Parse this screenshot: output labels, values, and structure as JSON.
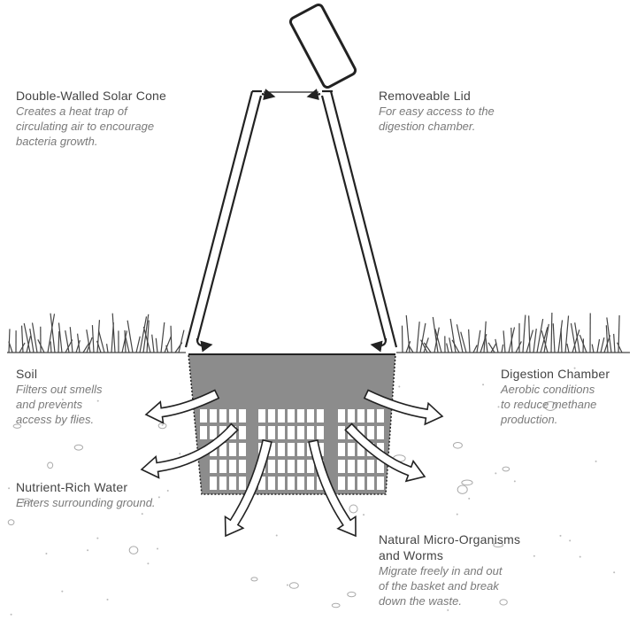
{
  "labels": {
    "cone": {
      "title": "Double-Walled Solar Cone",
      "lines": [
        "Creates a heat trap of",
        "circulating air to encourage",
        "bacteria growth."
      ]
    },
    "lid": {
      "title": "Removeable Lid",
      "lines": [
        "For easy access to the",
        "digestion chamber."
      ]
    },
    "soil": {
      "title": "Soil",
      "lines": [
        "Filters out smells",
        "and prevents",
        "access by flies."
      ]
    },
    "chamber": {
      "title": "Digestion Chamber",
      "lines": [
        "Aerobic conditions",
        "to reduce methane",
        "production."
      ]
    },
    "water": {
      "title": "Nutrient-Rich Water",
      "lines": [
        "Enters surrounding ground."
      ]
    },
    "organisms": {
      "title": "Natural Micro-Organisms",
      "title2": "and Worms",
      "lines": [
        "Migrate freely in and out",
        "of the basket and break",
        "down the waste."
      ]
    }
  },
  "colors": {
    "chamber": "#8c8c8c",
    "title": "#444444",
    "desc": "#7a7a7a"
  }
}
